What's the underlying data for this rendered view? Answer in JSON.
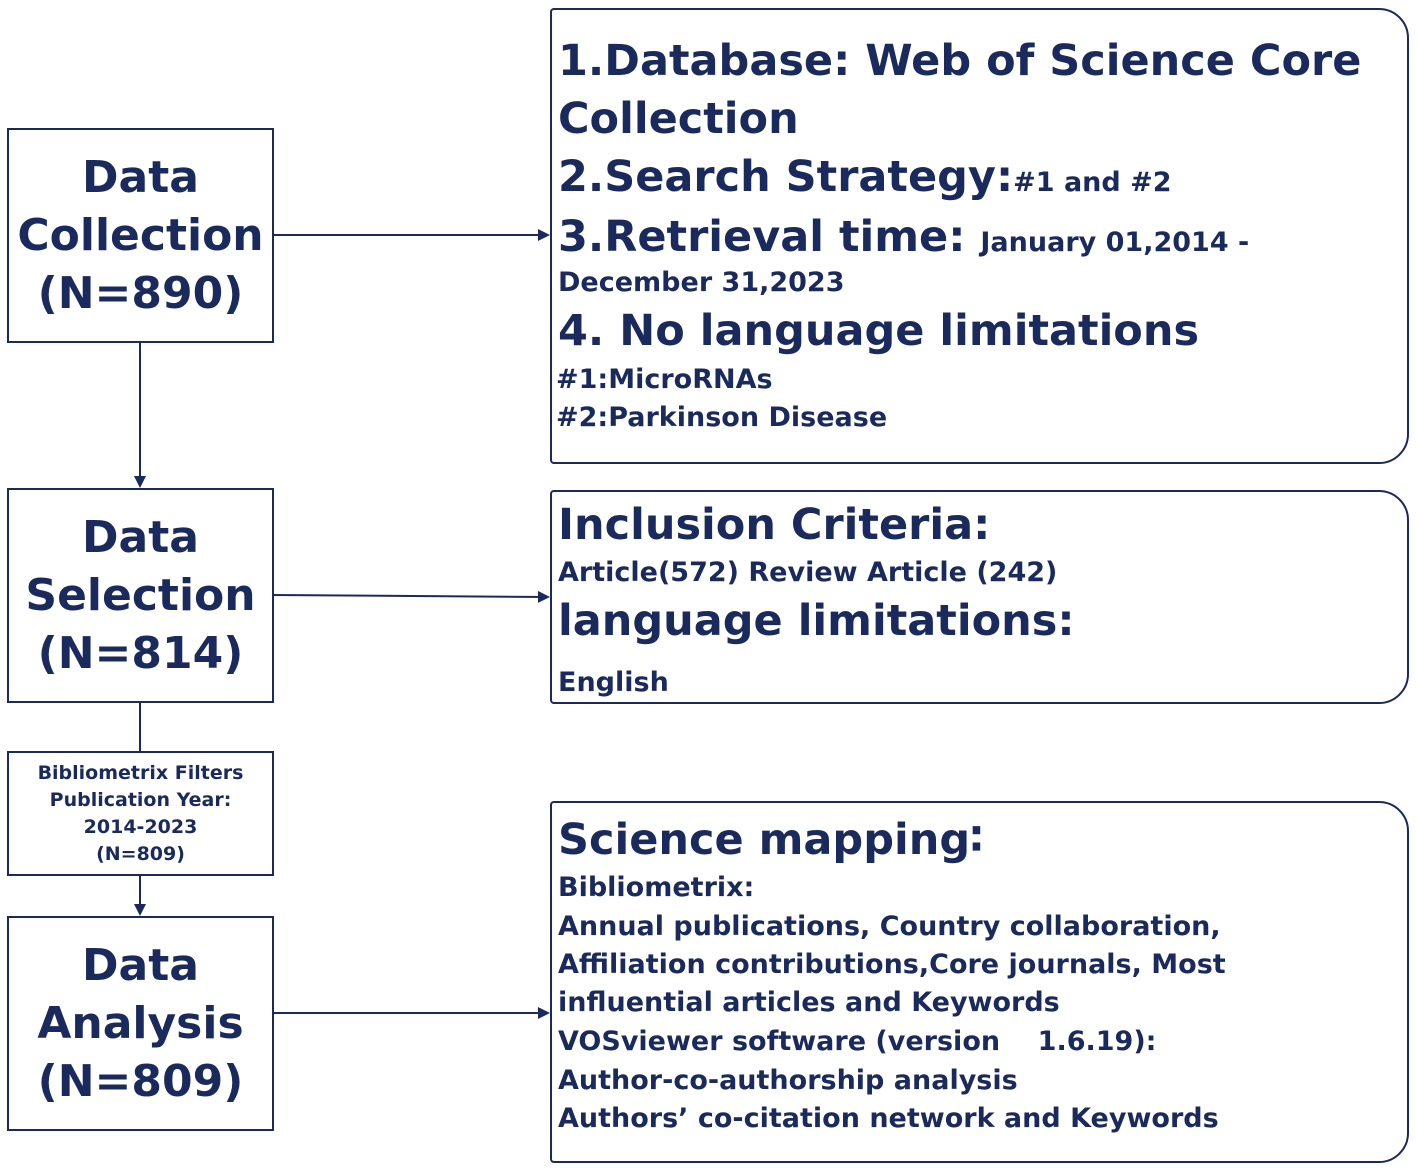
{
  "stages": {
    "collection": {
      "line1": "Data",
      "line2": "Collection",
      "line3": "(N=890)"
    },
    "selection": {
      "line1": "Data",
      "line2": "Selection",
      "line3": "(N=814)"
    },
    "analysis": {
      "line1": "Data",
      "line2": "Analysis",
      "line3": "(N=809)"
    }
  },
  "filter": {
    "line1": "Bibliometrix Filters",
    "line2": "Publication Year:",
    "line3": "2014-2023",
    "line4": "(N=809)"
  },
  "collection_details": {
    "db_line1": "1.Database: Web of Science Core",
    "db_line2": "Collection",
    "search_title": "2.Search Strategy:",
    "search_value": "#1 and #2",
    "retrieval_title": "3.Retrieval time: ",
    "retrieval_value1": "January 01,2014 -",
    "retrieval_value2": "December 31,2023",
    "language": "4. No language limitations",
    "term1": "#1:MicroRNAs",
    "term2": "#2:Parkinson Disease"
  },
  "selection_details": {
    "inclusion_title": "Inclusion Criteria:",
    "inclusion_value": "Article(572) Review Article (242)",
    "language_title": "language limitations:",
    "language_value": "English"
  },
  "analysis_details": {
    "title": "Science mapping∶",
    "tool1": "Bibliometrix:",
    "line1": "Annual publications, Country collaboration,",
    "line2": "Affiliation contributions,Core journals, Most",
    "line3": "influential articles and Keywords",
    "tool2": "VOSviewer software (version    1.6.19):",
    "line4": "Author-co-authorship analysis",
    "line5": "Authors’ co-citation network and Keywords"
  },
  "colors": {
    "ink": "#1b2a5c",
    "background": "#ffffff"
  }
}
